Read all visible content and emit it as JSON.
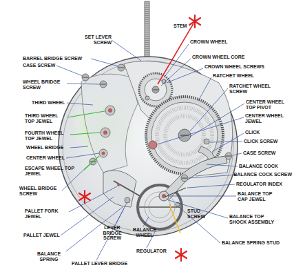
{
  "diagram": {
    "labels": [
      "STEM",
      "SET LEVER SCREW",
      "CROWN WHEEL",
      "BARREL BRIDGE SCREW",
      "CROWN WHEEL CORE",
      "CASE SCREW",
      "CROWN WHEEL SCREWS",
      "RATCHET WHEEL",
      "WHEEL BRIDGE SCREW",
      "RATCHET WHEEL SCREW",
      "THIRD WHEEL",
      "CENTER WHEEL TOP PIVOT",
      "THIRD WHEEL TOP JEWEL",
      "CENTER WHEEL JEWEL",
      "FOURTH WHEEL TOP JEWEL",
      "CLICK",
      "CLICK SCREW",
      "WHEEL BRIDGE",
      "CENTER WHEEL",
      "CASE SCREW",
      "ESCAPE WHEEL TOP JEWEL",
      "BALANCE COCK",
      "BALANCE COCK SCREW",
      "WHEEL BRIDGE SCREW",
      "REGULATOR INDEX",
      "BALANCE TOP CAP JEWEL",
      "PALLET FORK JEWEL",
      "BALANCE TOP SHOCK ASSEMBLY",
      "STUD SCREW",
      "PALLET JEWEL",
      "LEVER BRIDGE SCREW",
      "BALANCE WHEEL",
      "BALANCE SPRING STUD",
      "BALANCE SPRING",
      "REGULATOR",
      "PALLET LEVER BRIDGE"
    ]
  }
}
